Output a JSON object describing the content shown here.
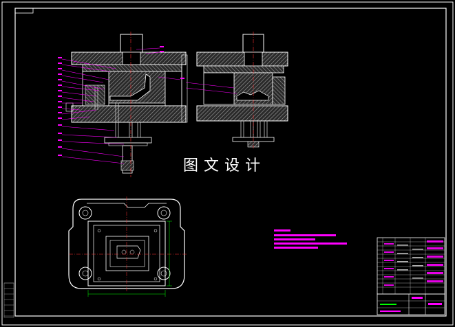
{
  "watermark": "图文设计",
  "colors": {
    "background": "#000000",
    "frame": "#ffffff",
    "hatch": "#9a9a9a",
    "annotation": "#ff00ff",
    "centerline": "#ff3030",
    "bolt": "#c8c8c8",
    "titleblock": "#ffffff",
    "dimension": "#00ff00"
  },
  "views": [
    "front-section-view",
    "side-section-view",
    "plan-view",
    "technical-notes",
    "bill-of-materials",
    "title-block"
  ]
}
